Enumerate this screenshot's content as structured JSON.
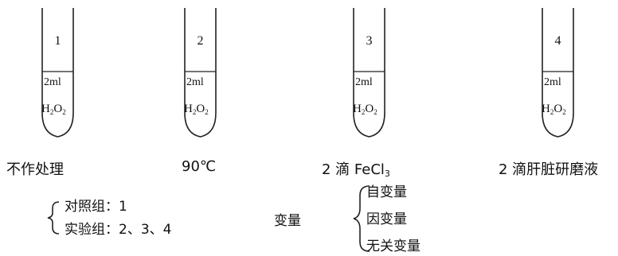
{
  "tubes": [
    {
      "number": "1",
      "volume": "2ml",
      "h": "H",
      "s1": "2",
      "o": "O",
      "s2": "2",
      "treatment": "不作处理"
    },
    {
      "number": "2",
      "volume": "2ml",
      "h": "H",
      "s1": "2",
      "o": "O",
      "s2": "2",
      "treatment": "90℃"
    },
    {
      "number": "3",
      "volume": "2ml",
      "h": "H",
      "s1": "2",
      "o": "O",
      "s2": "2",
      "treatment_main": "2 滴 FeCl",
      "treatment_sub": "3"
    },
    {
      "number": "4",
      "volume": "2ml",
      "h": "H",
      "s1": "2",
      "o": "O",
      "s2": "2",
      "treatment": "2 滴肝脏研磨液"
    }
  ],
  "groups": {
    "control": "对照组：1",
    "experimental": "实验组：2、3、4"
  },
  "variables": {
    "label": "变量",
    "items": [
      "自变量",
      "因变量",
      "无关变量"
    ]
  }
}
